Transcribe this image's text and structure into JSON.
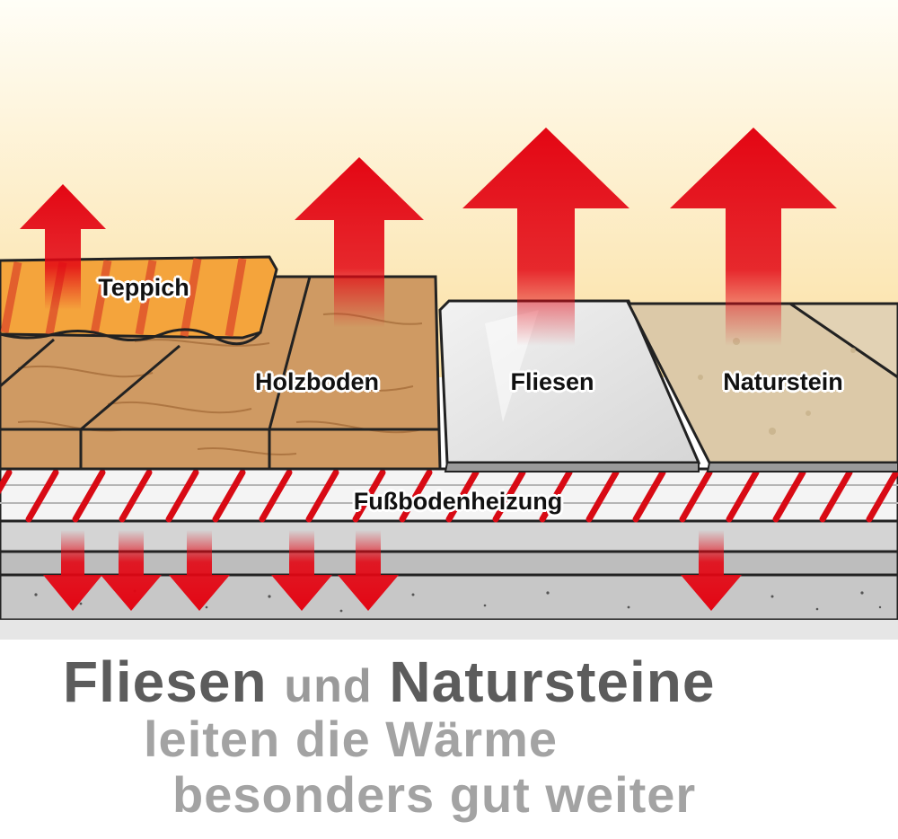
{
  "layers": {
    "carpet": "Teppich",
    "wood": "Holzboden",
    "tiles": "Fliesen",
    "natural_stone": "Naturstein",
    "underfloor_heating": "Fußbodenheizung"
  },
  "caption": {
    "word_tiles": "Fliesen",
    "word_and": "und",
    "word_stones": "Natursteine",
    "line2": "leiten die Wärme",
    "line3": "besonders gut weiter"
  },
  "colors": {
    "arrow": "#e30613",
    "sky_top": "#fffef7",
    "sky_bottom": "#fbe2a6",
    "wood": "#d4a06a",
    "tile": "#e3e3e3",
    "stone": "#dcc9a8",
    "pipe": "#d80a14"
  }
}
